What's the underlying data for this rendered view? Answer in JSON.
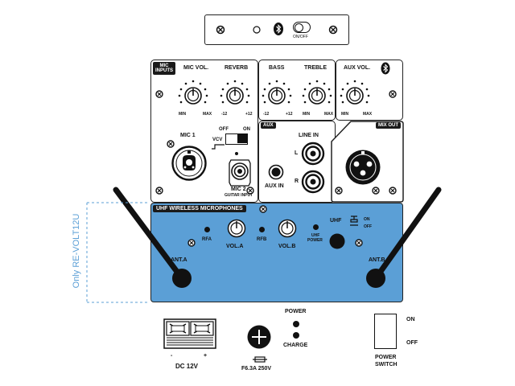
{
  "top_panel": {
    "switch_label": "ON/OFF",
    "bluetooth_icon": "bluetooth-icon"
  },
  "mic_inputs": {
    "tag": "MIC\nINPUTS",
    "tag_line1": "MIC",
    "tag_line2": "INPUTS",
    "mic_vol": "MIC VOL.",
    "reverb": "REVERB",
    "min": "MIN",
    "max": "MAX",
    "rev_min": "-12",
    "rev_max": "+12",
    "mic1": "MIC 1",
    "vcv": "VCV",
    "off": "OFF",
    "on": "ON",
    "mic2": "MIC 2",
    "guitar_input": "GUITAR INPUT"
  },
  "tone": {
    "bass": "BASS",
    "treble": "TREBLE",
    "bass_min": "-12",
    "bass_max": "+12",
    "treble_min": "MIN",
    "treble_max": "MAX"
  },
  "aux_vol": {
    "label": "AUX VOL.",
    "min": "MIN",
    "max": "MAX"
  },
  "aux": {
    "tag": "AUX",
    "line_in": "LINE IN",
    "l": "L",
    "r": "R",
    "aux_in": "AUX IN"
  },
  "mix_out": {
    "tag": "MIX OUT"
  },
  "uhf": {
    "header": "UHF WIRELESS MICROPHONES",
    "rfa": "RFA",
    "rfb": "RFB",
    "vol_a": "VOL.A",
    "vol_b": "VOL.B",
    "uhf_power_1": "UHF",
    "uhf_power_2": "POWER",
    "uhf": "UHF",
    "on": "ON",
    "off": "OFF",
    "ant_a": "ANT.A",
    "ant_b": "ANT.B",
    "side_note": "Only RE-VOLT12U",
    "panel_color": "#5b9fd6"
  },
  "bottom": {
    "dc_label": "DC 12V",
    "minus": "-",
    "plus": "+",
    "fuse_label": "F6.3A 250V",
    "power": "POWER",
    "charge": "CHARGE",
    "switch_on": "ON",
    "switch_off": "OFF",
    "power_switch_1": "POWER",
    "power_switch_2": "SWITCH"
  }
}
